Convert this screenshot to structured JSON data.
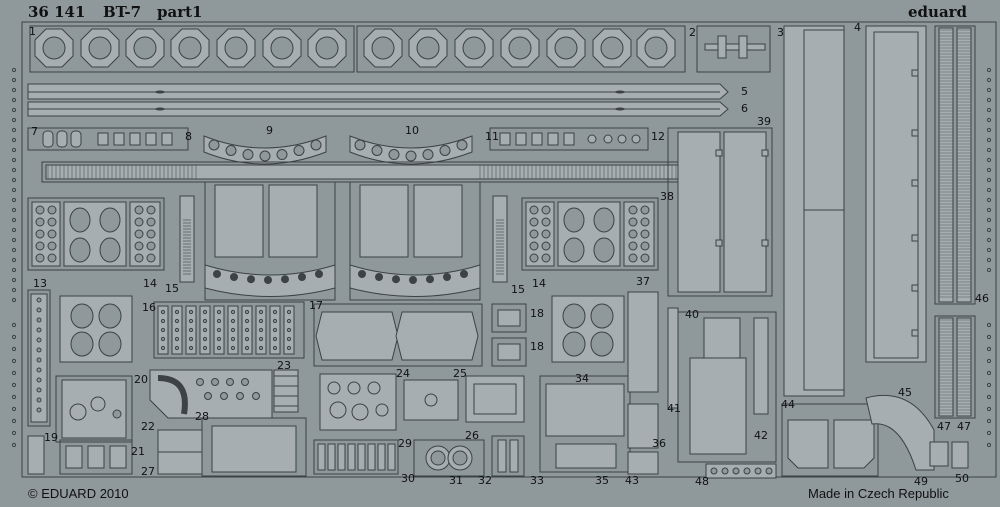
{
  "header": {
    "part_number": "36 141",
    "model": "BT-7",
    "sheet": "part1",
    "brand": "eduard"
  },
  "footer": {
    "copyright": "© EDUARD 2010",
    "origin": "Made in Czech Republic"
  },
  "part_labels": [
    "1",
    "2",
    "3",
    "4",
    "5",
    "6",
    "7",
    "8",
    "9",
    "10",
    "11",
    "12",
    "13",
    "14",
    "14",
    "15",
    "15",
    "16",
    "17",
    "18",
    "18",
    "19",
    "20",
    "21",
    "22",
    "23",
    "24",
    "25",
    "26",
    "27",
    "28",
    "29",
    "30",
    "31",
    "32",
    "33",
    "34",
    "35",
    "36",
    "37",
    "38",
    "39",
    "40",
    "41",
    "42",
    "43",
    "44",
    "45",
    "46",
    "47",
    "47",
    "48",
    "49",
    "50"
  ],
  "colors": {
    "fret": "#8f989b",
    "part": "#a6aeb1",
    "line": "#3c4245",
    "label": "#111111"
  }
}
